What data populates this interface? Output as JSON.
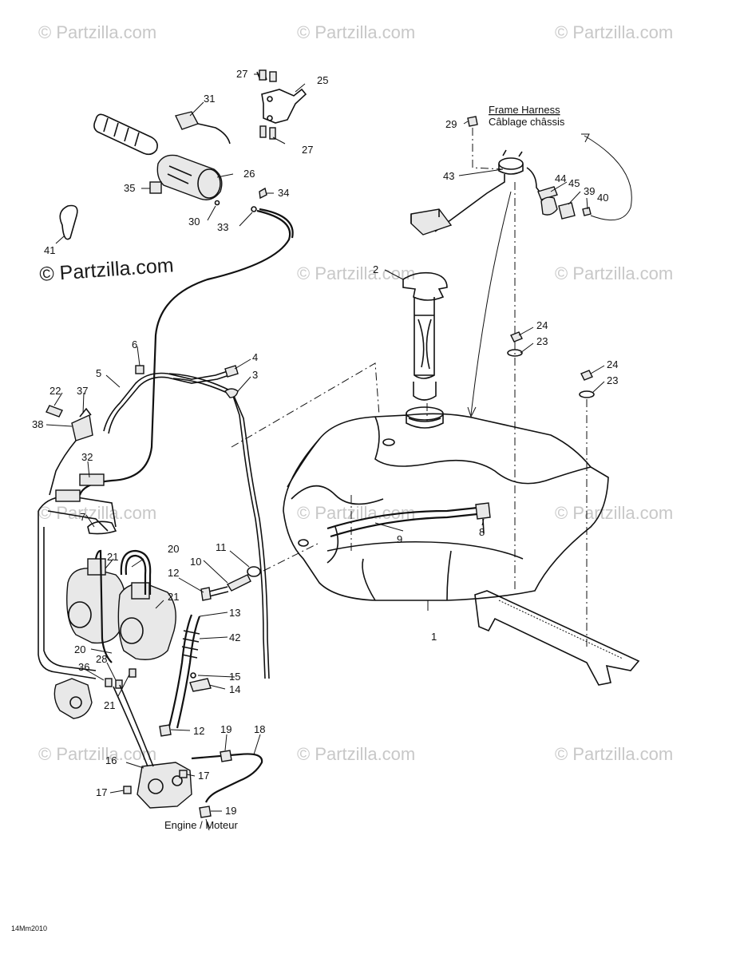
{
  "watermarks": {
    "text": "© Partzilla.com",
    "main_text": "© Partzilla.com"
  },
  "labels": {
    "frame_harness_en": "Frame Harness",
    "frame_harness_fr": "Câblage châssis",
    "engine": "Engine / Moteur"
  },
  "diagram_code": "14Mm2010",
  "callouts": {
    "c1": "1",
    "c2": "2",
    "c3": "3",
    "c4": "4",
    "c5": "5",
    "c6": "6",
    "c7": "7",
    "c8": "8",
    "c9": "9",
    "c10": "10",
    "c11": "11",
    "c12a": "12",
    "c12b": "12",
    "c13": "13",
    "c14": "14",
    "c15": "15",
    "c16": "16",
    "c17a": "17",
    "c17b": "17",
    "c18": "18",
    "c19a": "19",
    "c19b": "19",
    "c20a": "20",
    "c20b": "20",
    "c21a": "21",
    "c21b": "21",
    "c21c": "21",
    "c22": "22",
    "c23a": "23",
    "c23b": "23",
    "c24a": "24",
    "c24b": "24",
    "c25": "25",
    "c26": "26",
    "c27a": "27",
    "c27b": "27",
    "c28": "28",
    "c29": "29",
    "c30": "30",
    "c31": "31",
    "c32": "32",
    "c33": "33",
    "c34": "34",
    "c35": "35",
    "c36": "36",
    "c37": "37",
    "c38": "38",
    "c39": "39",
    "c40": "40",
    "c41": "41",
    "c42": "42",
    "c43": "43",
    "c44": "44",
    "c45": "45"
  }
}
